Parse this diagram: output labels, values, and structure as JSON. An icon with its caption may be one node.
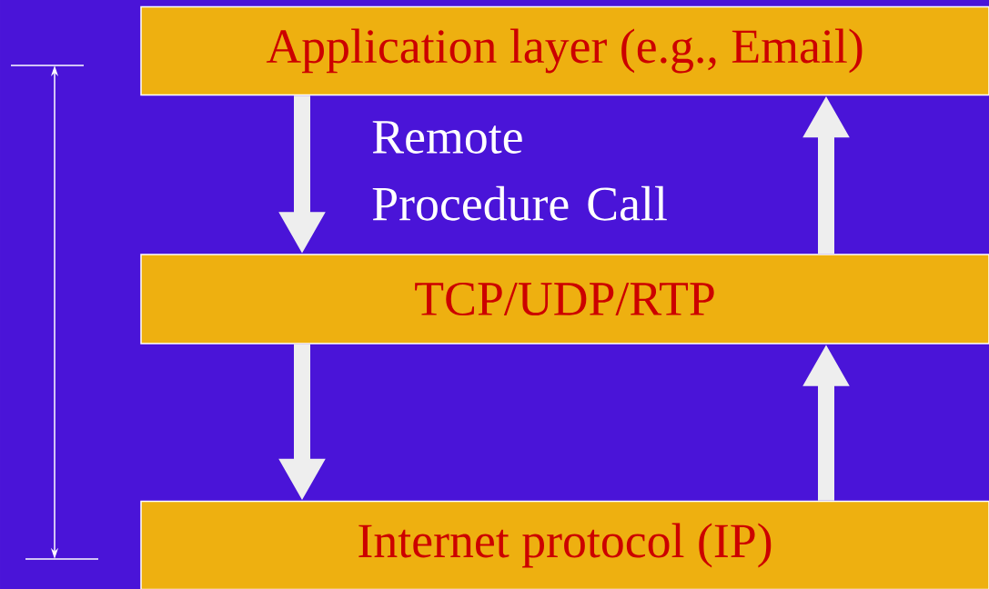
{
  "diagram": {
    "nodes": [
      {
        "text": [
          "Application layer (e.g., Email)"
        ]
      },
      {
        "text": [
          "TCP/UDP/RTP"
        ]
      },
      {
        "text": [
          "Internet protocol (IP)"
        ]
      }
    ],
    "edges": [
      {
        "from": 0,
        "to": 1,
        "arrow": "to"
      },
      {
        "from": 1,
        "to": 0,
        "arrow": "to"
      },
      {
        "from": 1,
        "to": 2,
        "arrow": "to"
      },
      {
        "from": 2,
        "to": 1,
        "arrow": "to"
      }
    ],
    "labels": [
      "Remote Procedure Call"
    ]
  }
}
